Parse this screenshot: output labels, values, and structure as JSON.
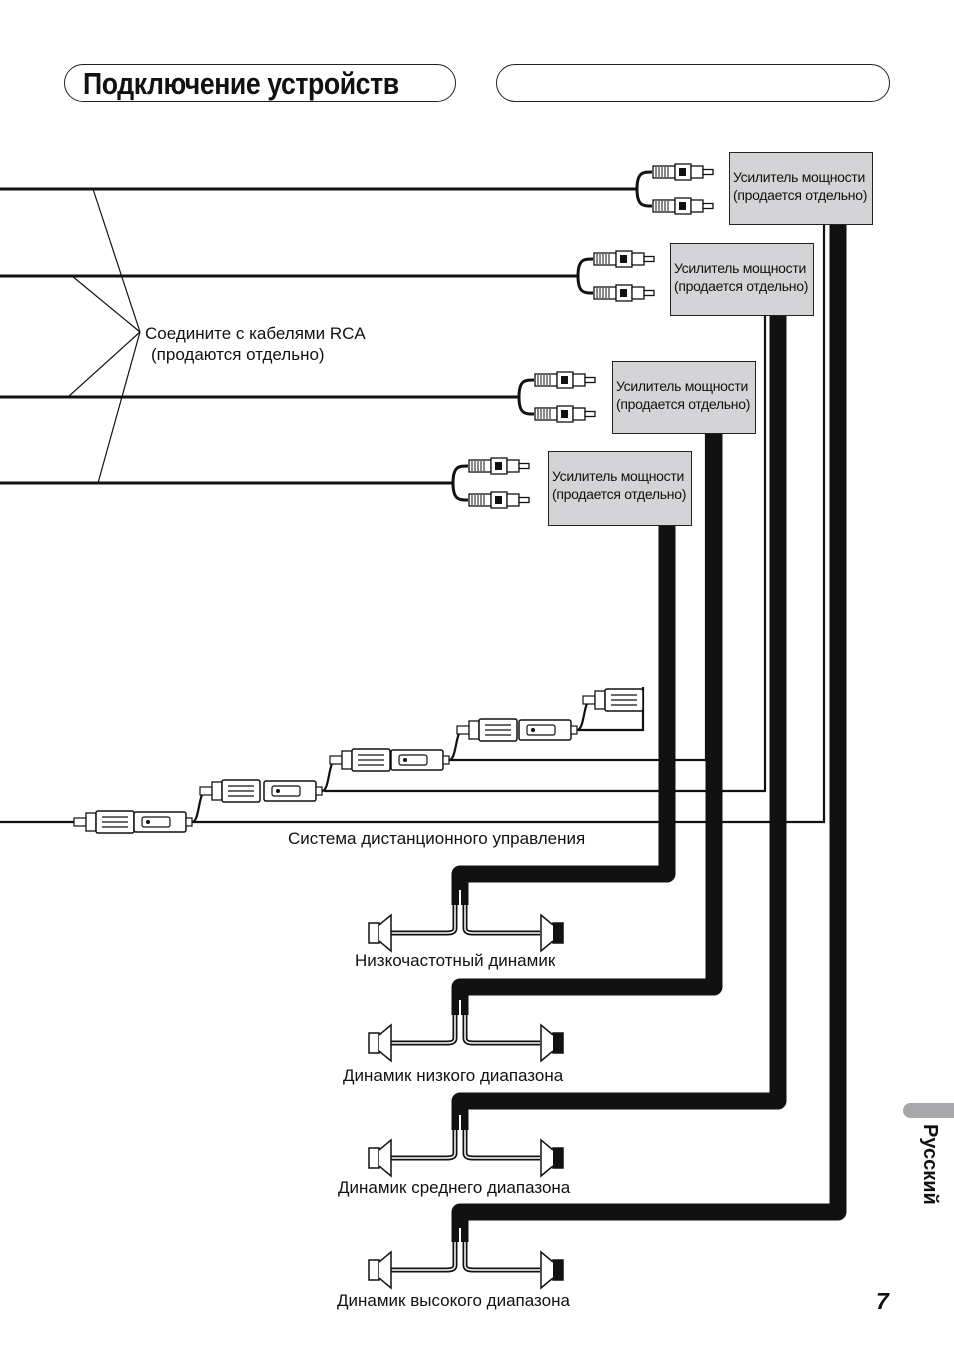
{
  "title": "Подключение устройств",
  "amplifiers": [
    {
      "line1": "Усилитель мощности",
      "line2": "(продается отдельно)"
    },
    {
      "line1": "Усилитель мощности",
      "line2": "(продается отдельно)"
    },
    {
      "line1": "Усилитель мощности",
      "line2": "(продается отдельно)"
    },
    {
      "line1": "Усилитель мощности",
      "line2": "(продается отдельно)"
    }
  ],
  "rca_note": {
    "line1": "Соедините с кабелями RCA",
    "line2": "(продаются отдельно)"
  },
  "remote_label": "Система дистанционного управления",
  "speakers": [
    "Низкочастотный динамик",
    "Динамик низкого диапазона",
    "Динамик среднего диапазона",
    "Динамик высокого диапазона"
  ],
  "language": "Русский",
  "page_number": "7"
}
